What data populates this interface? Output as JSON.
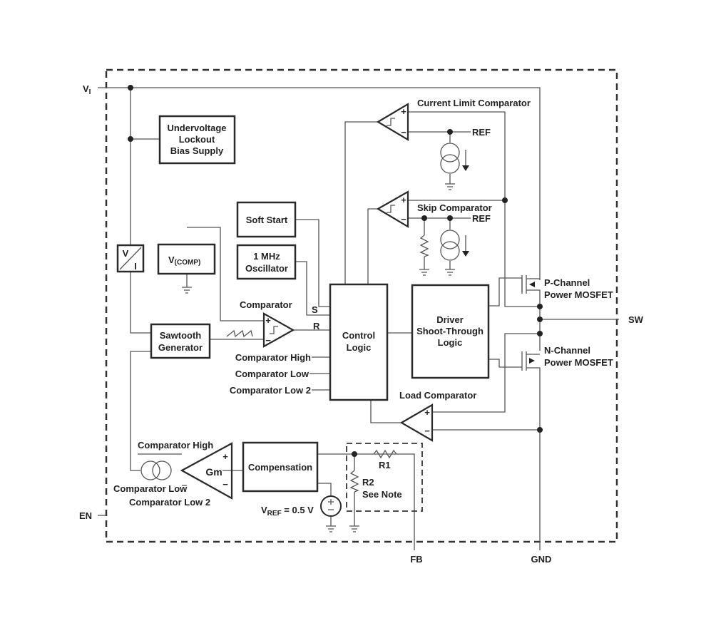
{
  "pins": {
    "vi": "V",
    "vi_sub": "I",
    "en": "EN",
    "sw": "SW",
    "fb": "FB",
    "gnd": "GND"
  },
  "blocks": {
    "uvlo": [
      "Undervoltage",
      "Lockout",
      "Bias Supply"
    ],
    "soft_start": "Soft Start",
    "oscillator": [
      "1 MHz",
      "Oscillator"
    ],
    "vcomp": "V",
    "vcomp_sub": "(COMP)",
    "vi_converter": [
      "V",
      "I"
    ],
    "sawtooth": [
      "Sawtooth",
      "Generator"
    ],
    "control_logic": [
      "Control",
      "Logic"
    ],
    "driver": [
      "Driver",
      "Shoot-Through",
      "Logic"
    ],
    "compensation": "Compensation",
    "gm": "Gm"
  },
  "labels": {
    "current_limit": "Current Limit Comparator",
    "skip": "Skip Comparator",
    "ref": "REF",
    "comparator": "Comparator",
    "load_comparator": "Load Comparator",
    "s": "S",
    "r": "R",
    "cmp_high": "Comparator High",
    "cmp_low": "Comparator Low",
    "cmp_low2": "Comparator Low 2",
    "gm_high": "Comparator High",
    "gm_low": "Comparator Low",
    "gm_low2": "Comparator Low 2",
    "p_channel": [
      "P-Channel",
      "Power MOSFET"
    ],
    "n_channel": [
      "N-Channel",
      "Power MOSFET"
    ],
    "r1": "R1",
    "r2": [
      "R2",
      "See Note"
    ],
    "vref": "V",
    "vref_sub": "REF",
    "vref_val": " = 0.5 V",
    "plus": "+",
    "minus": "−"
  },
  "colors": {
    "line": "#555555",
    "block": "#2a2a2a",
    "background": "#ffffff"
  }
}
